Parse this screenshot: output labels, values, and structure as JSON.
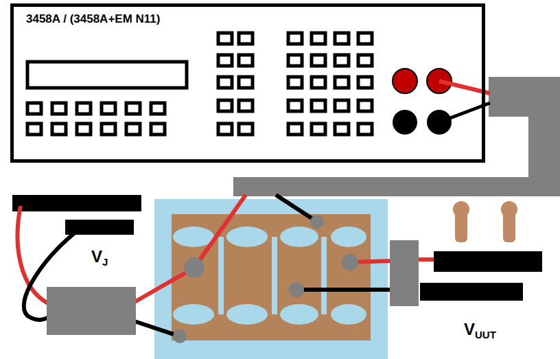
{
  "diagram": {
    "nodes": [
      {
        "text": [
          "3458A / (3458A+EM N11)"
        ]
      }
    ],
    "labels": [
      "VJ",
      "VUUT"
    ]
  }
}
